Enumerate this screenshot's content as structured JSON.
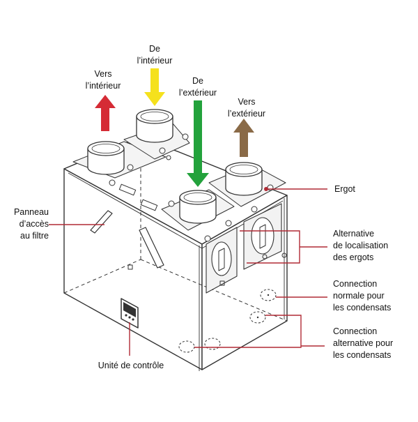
{
  "labels": {
    "vers_interieur": [
      "Vers",
      "l’intérieur"
    ],
    "de_interieur": [
      "De",
      "l’intérieur"
    ],
    "de_exterieur": [
      "De",
      "l’extérieur"
    ],
    "vers_exterieur": [
      "Vers",
      "l’extérieur"
    ],
    "ergot": "Ergot",
    "panneau": [
      "Panneau",
      "d’accès",
      "au filtre"
    ],
    "alternative_ergots": [
      "Alternative",
      "de localisation",
      "des ergots"
    ],
    "connection_normale": [
      "Connection",
      "normale pour",
      "les condensats"
    ],
    "connection_alternative": [
      "Connection",
      "alternative pour",
      "les condensats"
    ],
    "unite": "Unité de contrôle"
  },
  "colors": {
    "arrow_vers_interieur": "#d52b35",
    "arrow_de_interieur": "#f5e11d",
    "arrow_de_exterieur": "#23a23c",
    "arrow_vers_exterieur": "#8a6a47",
    "leader_lines": "#b02a35",
    "outline": "#333333"
  }
}
